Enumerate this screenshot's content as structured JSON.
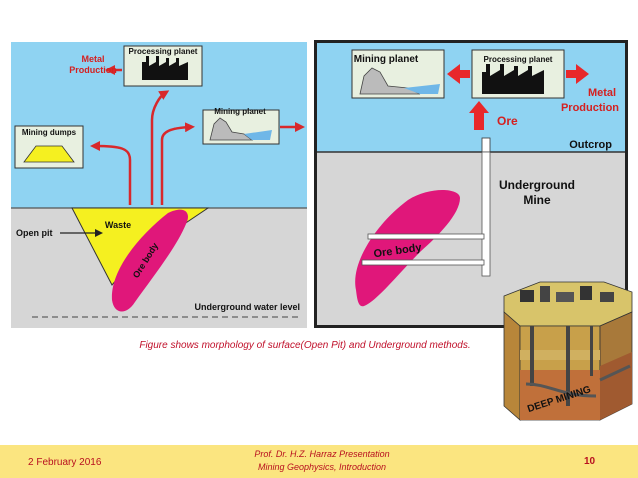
{
  "left_panel": {
    "metal_production": [
      "Metal",
      "Production"
    ],
    "processing_plant": "Processing planet",
    "mining_plant": "Mining planet",
    "mining_dumps": "Mining dumps",
    "waste": "Waste",
    "open_pit": "Open pit",
    "ore_body": "Ore body",
    "water_level": "Underground water level"
  },
  "right_panel": {
    "mining_plant": "Mining planet",
    "processing_plant": "Processing planet",
    "metal_production": [
      "Metal",
      "Production"
    ],
    "ore": "Ore",
    "outcrop": "Outcrop",
    "underground_mine": [
      "Underground",
      "Mine"
    ],
    "ore_body": "Ore body"
  },
  "deep_mining_label": "DEEP MINING",
  "caption": "Figure shows morphology of surface(Open Pit)  and Underground methods.",
  "footer": {
    "date": "2 February 2016",
    "author_line1": "Prof. Dr. H.Z. Harraz Presentation",
    "author_line2": "Mining Geophysics, Introduction",
    "page": "10"
  },
  "colors": {
    "sky": "#8fd3f2",
    "ground": "#d6d6d6",
    "ore": "#e0177a",
    "waste": "#f5f020",
    "arrow": "#e8282b",
    "label_red": "#d42020",
    "footer_bg": "#fbe580"
  }
}
